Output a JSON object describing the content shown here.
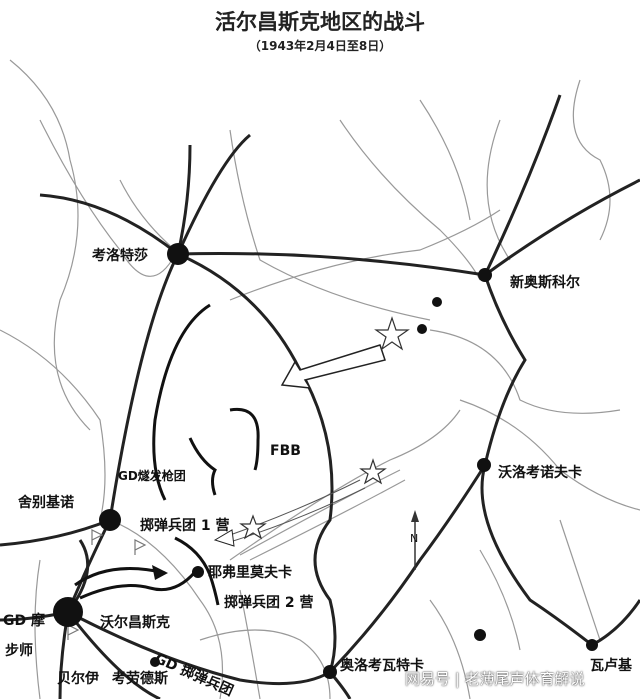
{
  "title": "活尔昌斯克地区的战斗",
  "subtitle": "（1943年2月4日至8日）",
  "places": {
    "kaoluotesha": "考洛特莎",
    "xinaosikeer": "新奥斯科尔",
    "woluokaonuofuka": "沃洛考诺夫卡",
    "shebiejinuo": "舍别基诺",
    "yefulimofuka": "耶弗里莫夫卡",
    "woerchangsike": "沃尔昌斯克",
    "gd_mo": "GD 摩",
    "bushi": "步师",
    "beieryi": "贝尔伊",
    "kaolaodesi": "考劳德斯",
    "aoluokaowateka": "奥洛考瓦特卡",
    "walujii": "瓦卢基"
  },
  "units": {
    "fbb": "FBB",
    "gd_fusilier": "GD燧发枪团",
    "grenadier_1": "掷弹兵团 1 营",
    "grenadier_2": "掷弹兵团 2 营",
    "gd_grenadier": "GD 掷弹兵团"
  },
  "compass": "N",
  "watermark": "网易号 | 老薄尾声体育解说"
}
